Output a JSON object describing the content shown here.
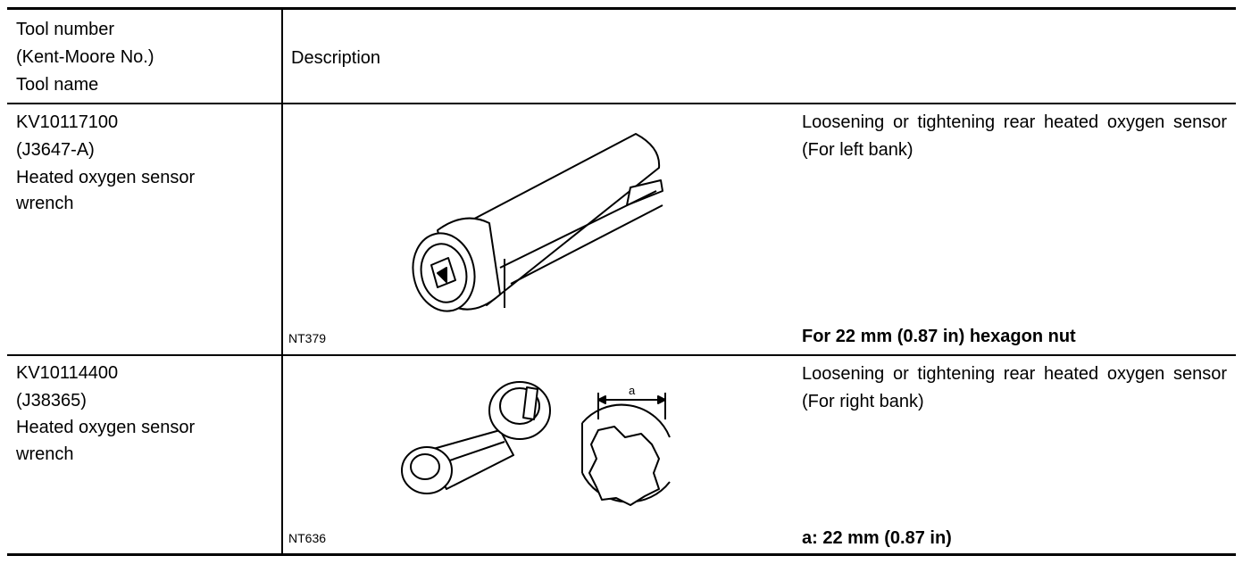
{
  "header": {
    "col1": [
      "Tool number",
      "(Kent-Moore No.)",
      "Tool name"
    ],
    "col2": "Description"
  },
  "rows": [
    {
      "tool_number": "KV10117100",
      "kent_moore": "(J3647-A)",
      "name_line1": "Heated oxygen sensor",
      "name_line2": "wrench",
      "description": "Loosening or tightening rear heated oxygen sensor (For left bank)",
      "note": "For 22 mm (0.87 in) hexagon nut",
      "figure_code": "NT379",
      "icon": "socket-wrench-icon"
    },
    {
      "tool_number": "KV10114400",
      "kent_moore": "(J38365)",
      "name_line1": "Heated oxygen sensor",
      "name_line2": "wrench",
      "description": "Loosening or tightening rear heated oxygen sensor (For right bank)",
      "note": "a: 22 mm (0.87 in)",
      "figure_code": "NT636",
      "dimension_label": "a",
      "icon": "flare-nut-wrench-icon"
    }
  ]
}
